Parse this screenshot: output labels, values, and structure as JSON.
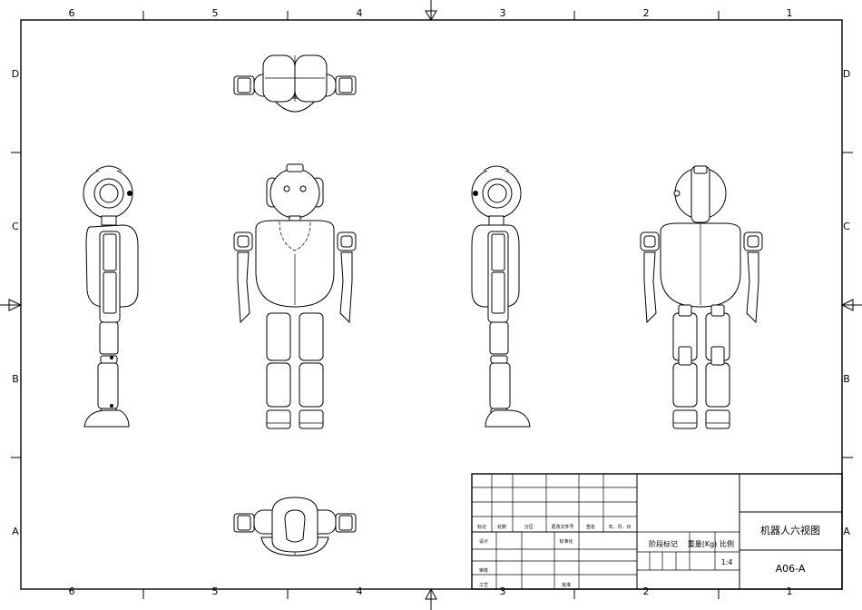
{
  "zones": {
    "columns": [
      "6",
      "5",
      "4",
      "3",
      "2",
      "1"
    ],
    "rows": [
      "D",
      "C",
      "B",
      "A"
    ]
  },
  "title_block": {
    "revision_headers": [
      "标记",
      "处数",
      "分区",
      "更改文件号",
      "签名",
      "年、月、日"
    ],
    "designer_label": "设计",
    "standardization_label": "标准化",
    "checker_label": "审核",
    "process_label": "工艺",
    "approval_label": "批准",
    "stage_mark_label": "阶段标记",
    "weight_label": "重量(Kg)",
    "scale_label": "比例",
    "scale_value": "1:4",
    "drawing_title": "机器人六视图",
    "drawing_number": "A06-A"
  },
  "views": [
    "top-view",
    "left-side-view",
    "front-view",
    "right-side-view",
    "rear-view",
    "bottom-view"
  ]
}
